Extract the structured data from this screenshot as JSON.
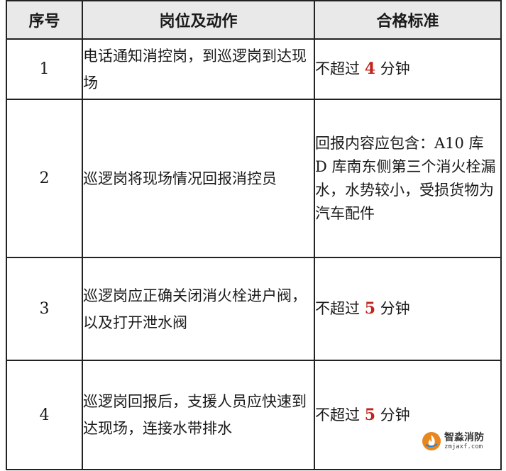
{
  "table": {
    "headers": [
      "序号",
      "岗位及动作",
      "合格标准"
    ],
    "rows": [
      {
        "num": "1",
        "action": "电话通知消控岗，到巡逻岗到达现场",
        "std_pre": "不超过 ",
        "std_val": "4",
        "std_post": " 分钟"
      },
      {
        "num": "2",
        "action": "巡逻岗将现场情况回报消控员",
        "std_text": "回报内容应包含：A10 库 D 库南东侧第三个消火栓漏水，水势较小，受损货物为汽车配件"
      },
      {
        "num": "3",
        "action": "巡逻岗应正确关闭消火栓进户阀，以及打开泄水阀",
        "std_pre": "不超过 ",
        "std_val": "5",
        "std_post": " 分钟"
      },
      {
        "num": "4",
        "action": "巡逻岗回报后，支援人员应快速到达现场，连接水带排水",
        "std_pre": "不超过 ",
        "std_val": "5",
        "std_post": " 分钟"
      }
    ]
  },
  "watermark": {
    "cn": "智淼消防",
    "en": "zmjaxf.com"
  },
  "colors": {
    "highlight": "#c0241c",
    "header_bg": "#e9e9e9",
    "border": "#222222"
  }
}
